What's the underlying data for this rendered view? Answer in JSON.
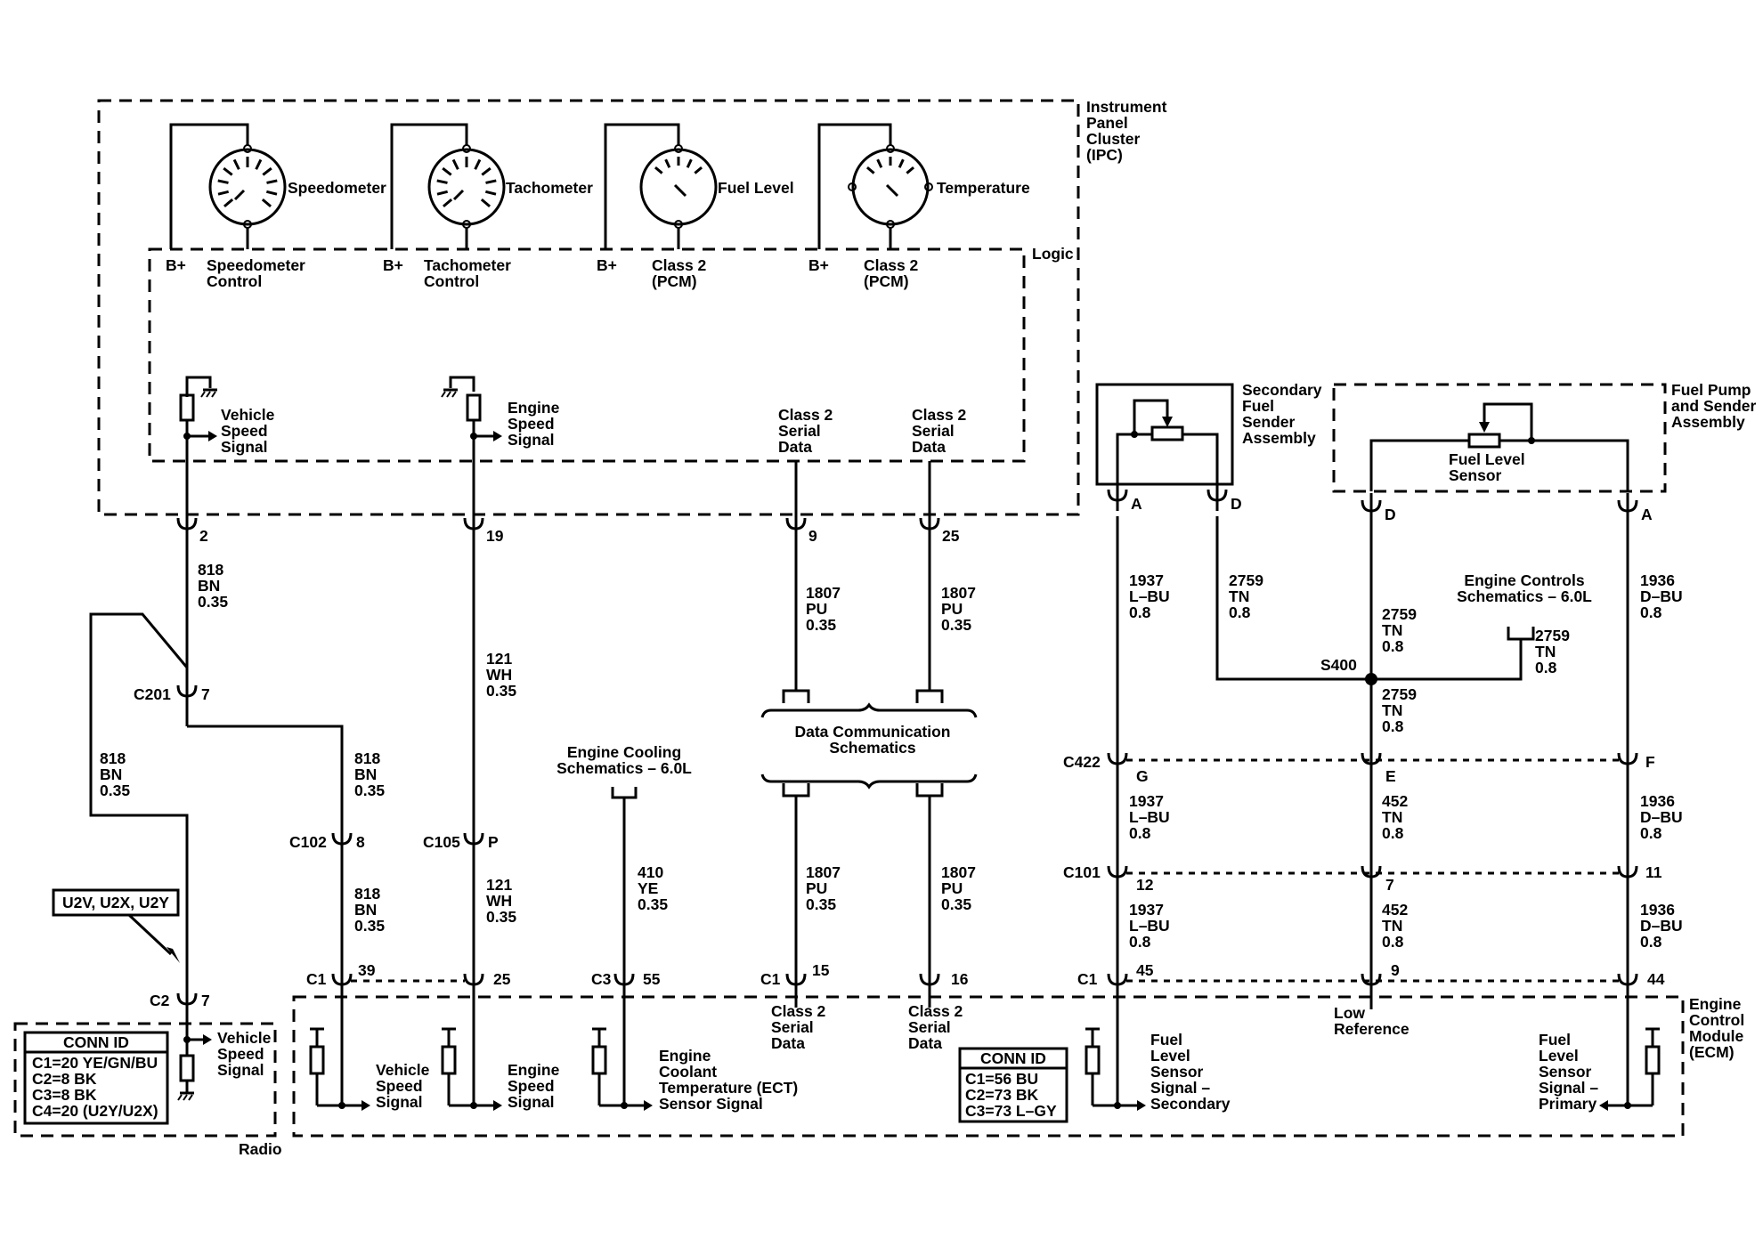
{
  "modules": {
    "ipc": [
      "Instrument",
      "Panel",
      "Cluster",
      "(IPC)"
    ],
    "logic": "Logic",
    "ecm": [
      "Engine",
      "Control",
      "Module",
      "(ECM)"
    ],
    "radio": "Radio",
    "secondary_sender": [
      "Secondary",
      "Fuel",
      "Sender",
      "Assembly"
    ],
    "fuel_pump": [
      "Fuel Pump",
      "and Sender",
      "Assembly"
    ]
  },
  "gauges": [
    {
      "label": "Speedometer",
      "input": [
        "Speedometer",
        "Control"
      ]
    },
    {
      "label": "Tachometer",
      "input": [
        "Tachometer",
        "Control"
      ]
    },
    {
      "label": "Fuel Level",
      "input": [
        "Class 2",
        "(PCM)"
      ]
    },
    {
      "label": "Temperature",
      "input": [
        "Class 2",
        "(PCM)"
      ]
    }
  ],
  "bplus": "B+",
  "signals": {
    "ipc_vss": [
      "Vehicle",
      "Speed",
      "Signal"
    ],
    "ipc_ess": [
      "Engine",
      "Speed",
      "Signal"
    ],
    "ipc_data1": [
      "Class 2",
      "Serial",
      "Data"
    ],
    "ipc_data2": [
      "Class 2",
      "Serial",
      "Data"
    ],
    "fuel_level_sensor": [
      "Fuel Level",
      "Sensor"
    ],
    "radio_vss": [
      "Vehicle",
      "Speed",
      "Signal"
    ],
    "ecm_vss": [
      "Vehicle",
      "Speed",
      "Signal"
    ],
    "ecm_ess": [
      "Engine",
      "Speed",
      "Signal"
    ],
    "ecm_ect": [
      "Engine",
      "Coolant",
      "Temperature (ECT)",
      "Sensor Signal"
    ],
    "ecm_data1": [
      "Class 2",
      "Serial",
      "Data"
    ],
    "ecm_data2": [
      "Class 2",
      "Serial",
      "Data"
    ],
    "ecm_low_ref": [
      "Low",
      "Reference"
    ],
    "ecm_fuel_sec": [
      "Fuel",
      "Level",
      "Sensor",
      "Signal –",
      "Secondary"
    ],
    "ecm_fuel_pri": [
      "Fuel",
      "Level",
      "Sensor",
      "Signal –",
      "Primary"
    ]
  },
  "references": {
    "engine_cooling": [
      "Engine Cooling",
      "Schematics – 6.0L"
    ],
    "data_comm": [
      "Data Communication",
      "Schematics"
    ],
    "engine_controls": [
      "Engine Controls",
      "Schematics – 6.0L"
    ]
  },
  "option_tag": "U2V, U2X, U2Y",
  "splice": "S400",
  "connectors": {
    "c201": "C201",
    "c102": "C102",
    "c105": "C105",
    "c2": "C2",
    "c1": "C1",
    "c3": "C3",
    "c422": "C422",
    "c101": "C101"
  },
  "pins": {
    "ipc_2": "2",
    "ipc_19": "19",
    "ipc_9": "9",
    "ipc_25": "25",
    "c201_7": "7",
    "c102_8": "8",
    "c105_p": "P",
    "c2_7": "7",
    "ecm_39": "39",
    "ecm_25": "25",
    "ecm_55": "55",
    "ecm_15": "15",
    "ecm_16": "16",
    "ecm_45": "45",
    "ecm_9": "9",
    "ecm_44": "44",
    "sec_a": "A",
    "sec_d": "D",
    "pump_d": "D",
    "pump_a": "A",
    "c422_g": "G",
    "c422_e": "E",
    "c422_f": "F",
    "c101_12": "12",
    "c101_7": "7",
    "c101_11": "11"
  },
  "wires": {
    "w818a": [
      "818",
      "BN",
      "0.35"
    ],
    "w818b": [
      "818",
      "BN",
      "0.35"
    ],
    "w818c": [
      "818",
      "BN",
      "0.35"
    ],
    "w818d": [
      "818",
      "BN",
      "0.35"
    ],
    "w121a": [
      "121",
      "WH",
      "0.35"
    ],
    "w121b": [
      "121",
      "WH",
      "0.35"
    ],
    "w1807a": [
      "1807",
      "PU",
      "0.35"
    ],
    "w1807b": [
      "1807",
      "PU",
      "0.35"
    ],
    "w1807c": [
      "1807",
      "PU",
      "0.35"
    ],
    "w1807d": [
      "1807",
      "PU",
      "0.35"
    ],
    "w410": [
      "410",
      "YE",
      "0.35"
    ],
    "w1937a": [
      "1937",
      "L–BU",
      "0.8"
    ],
    "w1937b": [
      "1937",
      "L–BU",
      "0.8"
    ],
    "w1937c": [
      "1937",
      "L–BU",
      "0.8"
    ],
    "w2759a": [
      "2759",
      "TN",
      "0.8"
    ],
    "w2759b": [
      "2759",
      "TN",
      "0.8"
    ],
    "w2759c": [
      "2759",
      "TN",
      "0.8"
    ],
    "w2759d": [
      "2759",
      "TN",
      "0.8"
    ],
    "w452a": [
      "452",
      "TN",
      "0.8"
    ],
    "w452b": [
      "452",
      "TN",
      "0.8"
    ],
    "w1936a": [
      "1936",
      "D–BU",
      "0.8"
    ],
    "w1936b": [
      "1936",
      "D–BU",
      "0.8"
    ],
    "w1936c": [
      "1936",
      "D–BU",
      "0.8"
    ]
  },
  "conn_id_radio": {
    "title": "CONN ID",
    "lines": [
      "C1=20 YE/GN/BU",
      "C2=8 BK",
      "C3=8 BK",
      "C4=20 (U2Y/U2X)"
    ]
  },
  "conn_id_ecm": {
    "title": "CONN ID",
    "lines": [
      "C1=56 BU",
      "C2=73 BK",
      "C3=73 L–GY"
    ]
  }
}
